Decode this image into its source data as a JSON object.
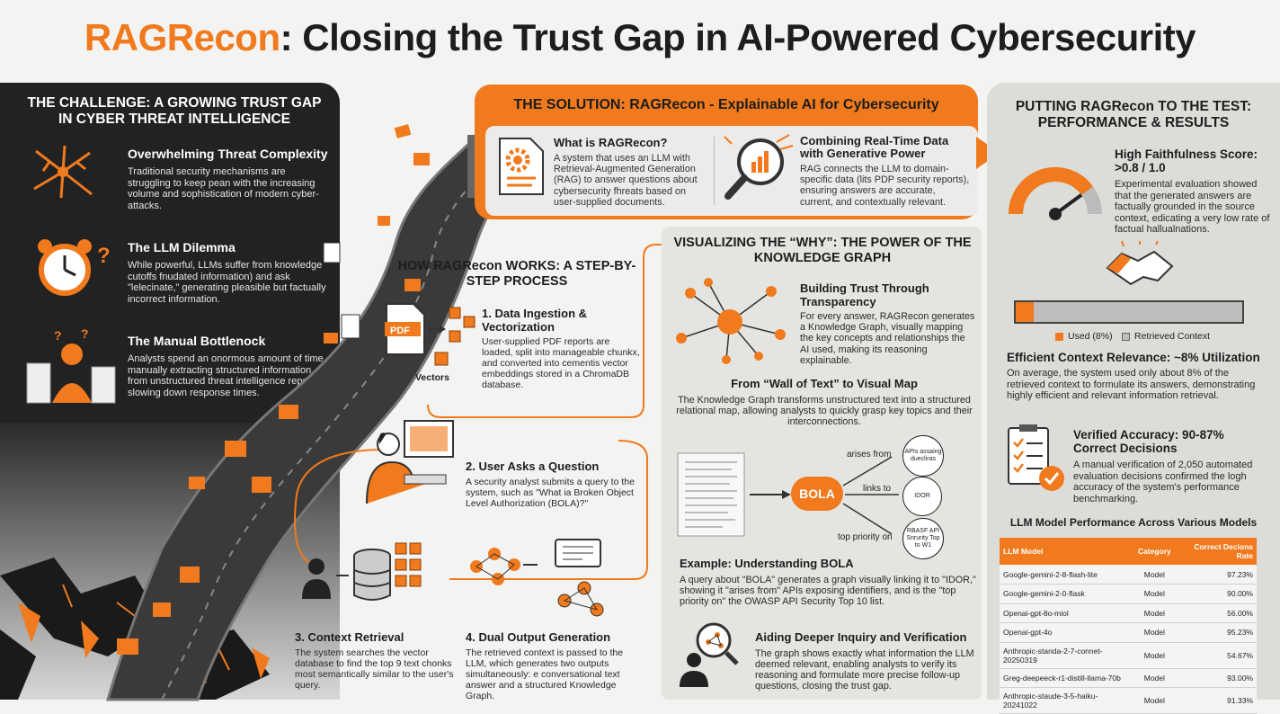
{
  "title": {
    "brand": "RAGRecon",
    "rest": ": Closing the Trust Gap in AI-Powered Cybersecurity"
  },
  "challenge": {
    "heading": "THE CHALLENGE: A GROWING TRUST GAP IN CYBER THREAT INTELLIGENCE",
    "items": [
      {
        "title": "Overwhelming Threat Complexity",
        "text": "Traditional security mechanisms are struggling to keep pean with the increasing volume and sophistication of modern cyber-attacks.",
        "icon": "crack-icon"
      },
      {
        "title": "The LLM Dilemma",
        "text": "While powerful, LLMs suffer from knowledge cutoffs fnudated information) and ask \"lelecinate,\" generating pleasible but factually incorrect information.",
        "icon": "alarm-clock-icon"
      },
      {
        "title": "The Manual Bottlenock",
        "text": "Analysts spend an onormous amount of time manually extracting structured information from unstructured threat intelligence reports, slowing down response times.",
        "icon": "overwhelmed-analyst-icon"
      }
    ]
  },
  "solution": {
    "heading": "THE SOLUTION: RAGRecon - Explainable AI for Cybersecurity",
    "what": {
      "title": "What is RAGRecon?",
      "text": "A system that uses an LLM with Retrieval-Augmented Generation (RAG) to answer questions about cybersecurity fhreats based on user-supplied documents."
    },
    "combine": {
      "title": "Combining Real-Time Data with Generative Power",
      "text": "RAG connects the LLM to domain-specific data (lits PDP security reports), ensuring answers are accurate, current, and contextually relevant."
    }
  },
  "how": {
    "heading": "HOW RAGRecon WORKS: A STEP-BY-STEP PROCESS",
    "steps": [
      {
        "title": "1. Data Ingestion & Vectorization",
        "text": "User-supplied PDF reports are loaded, split into manageable chunkx, and converted into cementis vector embeddings stored in a ChromaDB database."
      },
      {
        "title": "2. User Asks a Question",
        "text": "A security analyst submits a query to the system, such as \"What ia Broken Object Level Authorization (BOLA)?\""
      },
      {
        "title": "3. Context Retrieval",
        "text": "The system searches the vector database to find the top 9 text chonks most semantically similar to the user's query."
      },
      {
        "title": "4. Dual Output Generation",
        "text": "The retrieved context is passed to the LLM, which generates two outputs simultaneously: e conversational text answer and a structured Knowledge Graph."
      }
    ],
    "pdf_label": "PDF",
    "vectors_label": "Vectors"
  },
  "viz": {
    "heading": "VISUALIZING THE “WHY”: THE POWER OF THE KNOWLEDGE GRAPH",
    "trust": {
      "title": "Building Trust Through Transparency",
      "text": "For every answer, RAGRecon generates a Knowledge Graph, visually mapping the key concepts and relationships the AI used, making its reasoning explainable."
    },
    "wall": {
      "title": "From “Wall of Text” to Visual Map",
      "text": "The Knowledge Graph transforms unstructured text into a structured relational map, allowing analysts to quickly grasp key topics and their interconnections."
    },
    "graph": {
      "center": "BOLA",
      "edges": [
        "arises from",
        "links to",
        "top priority on"
      ],
      "nodes": [
        "APIs assaing duecliras",
        "IDOR",
        "RBASF API Snrurity Top to W1"
      ]
    },
    "example": {
      "title": "Example: Understanding BOLA",
      "text": "A query about \"BOLA\" generates a graph visually linking it to \"IDOR,\" showing it \"arises from\" APIs exposing identifiers, and is the \"top priority on\" the OWASP API Security Top 10 list."
    },
    "inquiry": {
      "title": "Aiding Deeper Inquiry and Verification",
      "text": "The graph shows exactly what information the LLM deemed relevant, enabling analysts to verify its reasoning and formulate more precise follow-up questions, closing the trust gap."
    }
  },
  "test": {
    "heading": "PUTTING RAGRecon TO THE TEST: PERFORMANCE & RESULTS",
    "faith": {
      "title": "High Faithfulness Score: >0.8 / 1.0",
      "text": "Experimental evaluation showed that the generated answers are factually grounded in the source context, edicating a very low rate of factual hallualnations.",
      "gauge_value": 0.8
    },
    "context": {
      "used_fraction": 0.08,
      "legend_used": "Used (8%)",
      "legend_retrieved": "Retrieved Context",
      "title": "Efficient Context Relevance: ~8% Utilization",
      "text": "On average, the system used only about 8% of the retrieved context to formulate its answers, demonstrating highly efficient and relevant information retrieval."
    },
    "accuracy": {
      "title": "Verified Accuracy: 90-87% Correct Decisions",
      "text": "A manual verification of 2,050 automated evaluation decisions confirmed the logh accuracy of the system's performance benchmarking."
    },
    "table_title": "LLM Model Performance Across Various Models",
    "table": {
      "headers": [
        "LLM Model",
        "Category",
        "Correct Decions Rate"
      ],
      "rows": [
        [
          "Google-gemini-2-8-flash-lite",
          "Model",
          "97.23%"
        ],
        [
          "Google-gemini-2-0-flask",
          "Model",
          "90.00%"
        ],
        [
          "Openai-gpt-8o-miol",
          "Model",
          "56.00%"
        ],
        [
          "Openai-gpt-4o",
          "Model",
          "95.23%"
        ],
        [
          "Anthropic-standa-2-7-connet-20250319",
          "Model",
          "54.67%"
        ],
        [
          "Greg-deepeeck-r1-distill-llama-70b",
          "Model",
          "93.00%"
        ],
        [
          "Anthropic-staude-3-5-haiku-20241022",
          "Model",
          "91.33%"
        ]
      ]
    }
  },
  "colors": {
    "accent": "#f07a1d",
    "dark": "#222222",
    "panel": "#dcdcd9"
  }
}
